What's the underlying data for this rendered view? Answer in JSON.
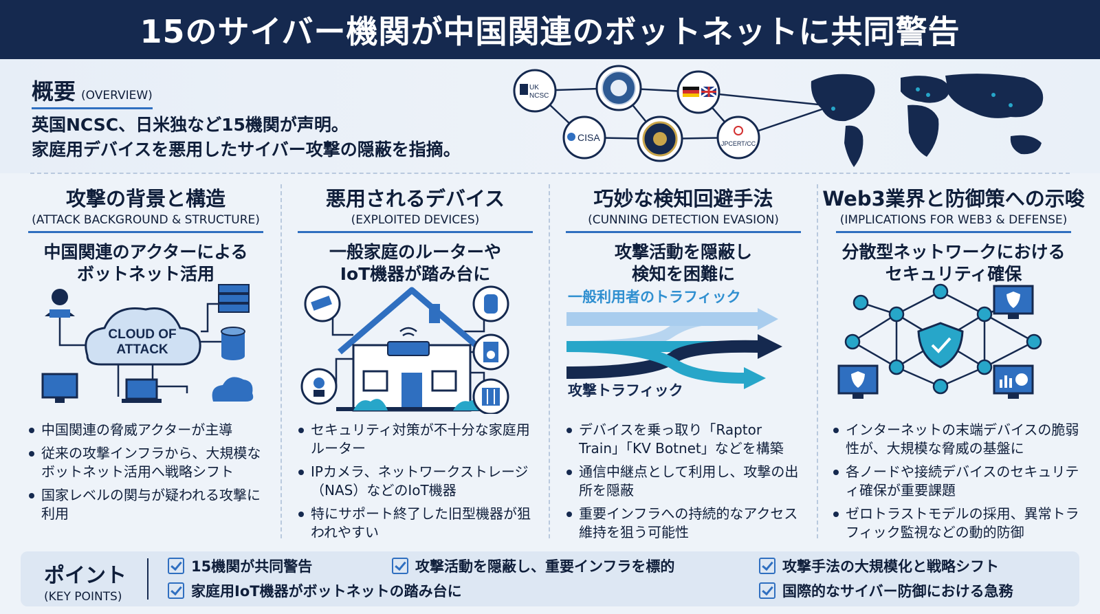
{
  "header": {
    "title": "15のサイバー機関が中国関連のボットネットに共同警告"
  },
  "overview": {
    "title_jp": "概要",
    "title_en": "(OVERVIEW)",
    "line1": "英国NCSC、日米独など15機関が声明。",
    "line2": "家庭用デバイスを悪用したサイバー攻撃の隠蔽を指摘。",
    "agencies": {
      "ncsc": "UK NCSC",
      "cisa": "CISA",
      "jpcert": "JPCERT/CC"
    }
  },
  "columns": [
    {
      "title": "攻撃の背景と構造",
      "subtitle": "(ATTACK BACKGROUND & STRUCTURE)",
      "heading_l1": "中国関連のアクターによる",
      "heading_l2": "ボットネット活用",
      "illu_label_l1": "CLOUD OF",
      "illu_label_l2": "ATTACK",
      "bullets": [
        "中国関連の脅威アクターが主導",
        "従来の攻撃インフラから、大規模なボットネット活用へ戦略シフト",
        "国家レベルの関与が疑われる攻撃に利用"
      ]
    },
    {
      "title": "悪用されるデバイス",
      "subtitle": "(EXPLOITED DEVICES)",
      "heading_l1": "一般家庭のルーターや",
      "heading_l2": "IoT機器が踏み台に",
      "bullets": [
        "セキュリティ対策が不十分な家庭用ルーター",
        "IPカメラ、ネットワークストレージ（NAS）などのIoT機器",
        "特にサポート終了した旧型機器が狙われやすい"
      ]
    },
    {
      "title": "巧妙な検知回避手法",
      "subtitle": "(CUNNING DETECTION EVASION)",
      "heading_l1": "攻撃活動を隠蔽し",
      "heading_l2": "検知を困難に",
      "traffic_normal": "一般利用者のトラフィック",
      "traffic_attack": "攻撃トラフィック",
      "bullets": [
        "デバイスを乗っ取り「Raptor Train」「KV Botnet」などを構築",
        "通信中継点として利用し、攻撃の出所を隠蔽",
        "重要インフラへの持続的なアクセス維持を狙う可能性"
      ]
    },
    {
      "title": "Web3業界と防御策への示唆",
      "subtitle": "(IMPLICATIONS FOR WEB3 & DEFENSE)",
      "heading_l1": "分散型ネットワークにおける",
      "heading_l2": "セキュリティ確保",
      "bullets": [
        "インターネットの末端デバイスの脆弱性が、大規模な脅威の基盤に",
        "各ノードや接続デバイスのセキュリティ確保が重要課題",
        "ゼロトラストモデルの採用、異常トラフィック監視などの動的防御"
      ]
    }
  ],
  "key_points": {
    "title_jp": "ポイント",
    "title_en": "(KEY POINTS)",
    "items": [
      "15機関が共同警告",
      "攻撃活動を隠蔽し、重要インフラを標的",
      "攻撃手法の大規模化と戦略シフト",
      "家庭用IoT機器がボットネットの踏み台に",
      "国際的なサイバー防御における急務"
    ]
  },
  "colors": {
    "navy": "#15294f",
    "accent_blue": "#2f6fc0",
    "light_blue": "#a9cdee",
    "teal": "#27a6c9"
  }
}
